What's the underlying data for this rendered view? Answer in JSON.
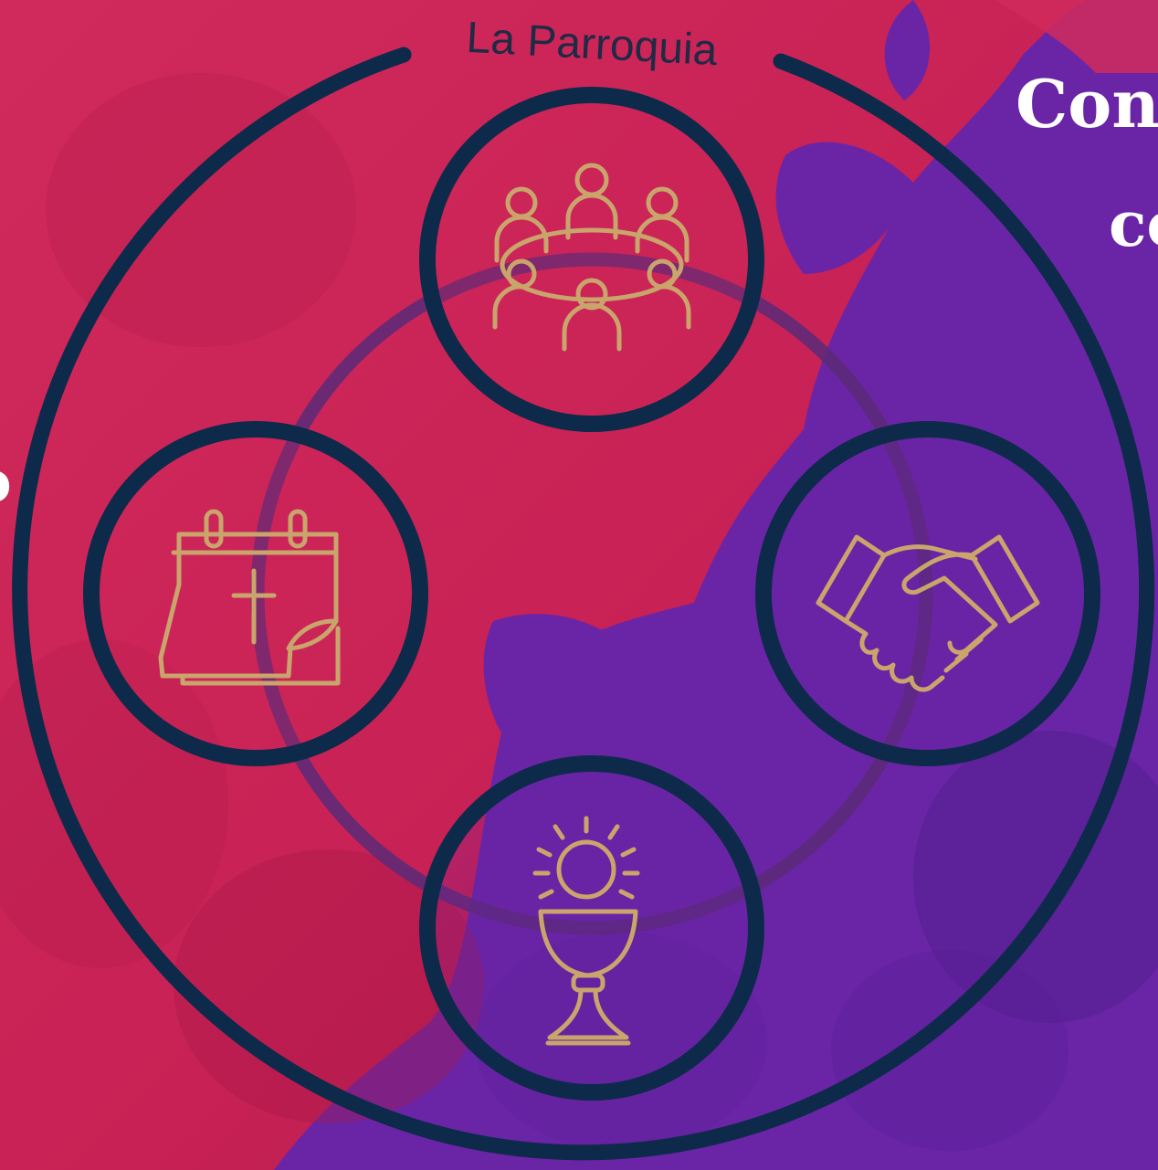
{
  "diagram": {
    "outer_label": "La Parroquia",
    "nodes": [
      {
        "id": "community",
        "icon": "meeting-table-icon"
      },
      {
        "id": "calendar",
        "icon": "liturgical-calendar-icon"
      },
      {
        "id": "service",
        "icon": "handshake-icon"
      },
      {
        "id": "eucharist",
        "icon": "chalice-host-icon"
      }
    ]
  },
  "edge_text": {
    "right_line1": "Con",
    "right_line2": "co",
    "left_char": "o"
  },
  "colors": {
    "background_left": "#cf2657",
    "background_right": "#6a25a6",
    "ring": "#0d2a4a",
    "inner_ring": "#5a2a78",
    "icon_gold": "#c9a56c",
    "label_text": "#1f2a44"
  }
}
